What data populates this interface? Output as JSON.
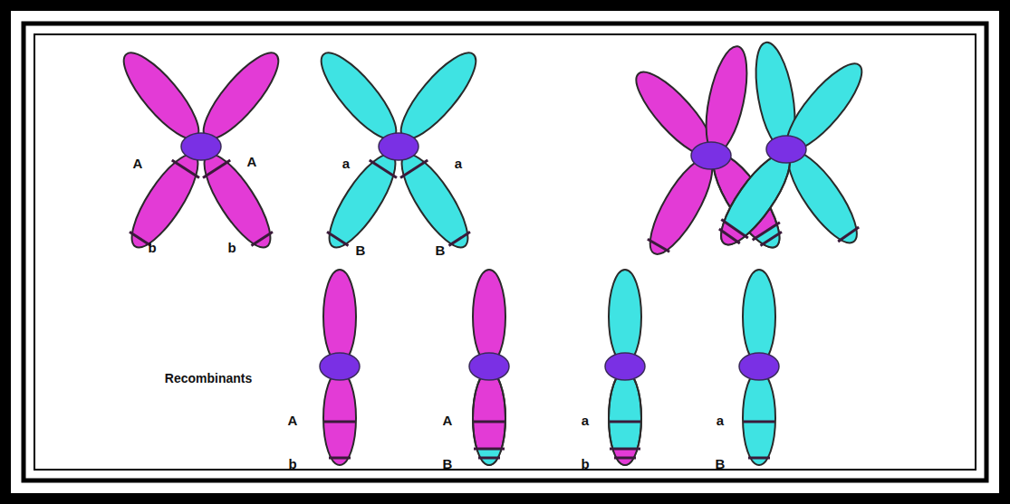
{
  "diagram": {
    "labels": [
      "A",
      "A",
      "a",
      "a",
      "b",
      "b",
      "B",
      "B",
      "Recombinants",
      "A",
      "A",
      "a",
      "a",
      "b",
      "B",
      "b",
      "B"
    ]
  }
}
